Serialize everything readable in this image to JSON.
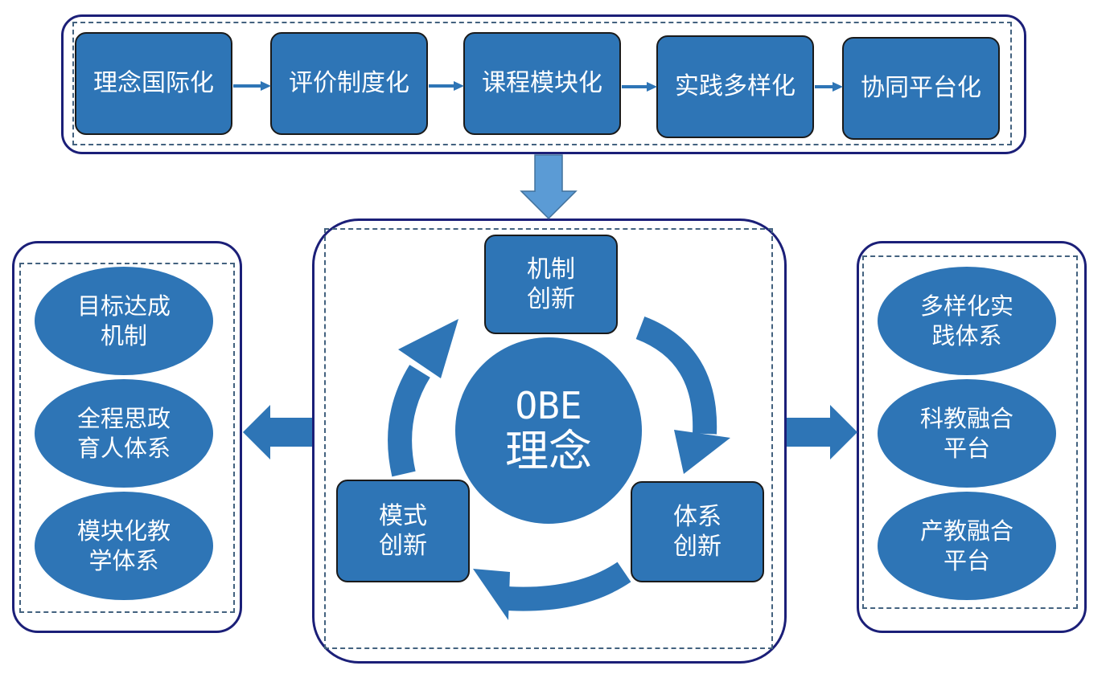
{
  "pipeline": {
    "steps": [
      "理念国际化",
      "评价制度化",
      "课程模块化",
      "实践多样化",
      "协同平台化"
    ]
  },
  "center": {
    "core_line1": "OBE",
    "core_line2": "理念",
    "innovations": {
      "top": "机制\n创新",
      "right": "体系\n创新",
      "left": "模式\n创新"
    }
  },
  "left_panel": {
    "items": [
      "目标达成\n机制",
      "全程思政\n育人体系",
      "模块化教\n学体系"
    ]
  },
  "right_panel": {
    "items": [
      "多样化实\n践体系",
      "科教融合\n平台",
      "产教融合\n平台"
    ]
  },
  "colors": {
    "box_fill": "#2e75b6",
    "frame": "#1b1f78",
    "dash": "#43627f",
    "arrow_light": "#5b9bd5"
  }
}
